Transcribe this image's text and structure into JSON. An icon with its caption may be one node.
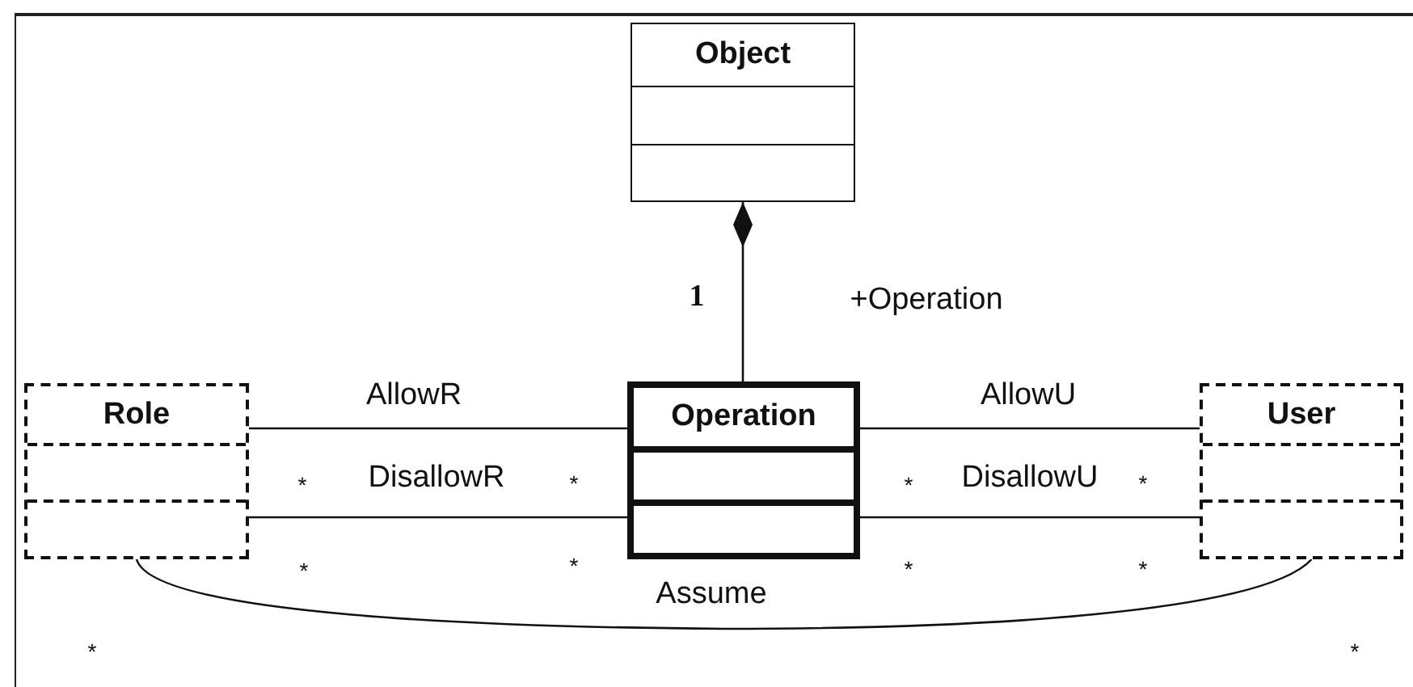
{
  "diagram": {
    "nodes": [
      {
        "text": [
          "Object"
        ]
      },
      {
        "text": [
          "Role"
        ]
      },
      {
        "text": [
          "Operation"
        ]
      },
      {
        "text": [
          "User"
        ]
      }
    ],
    "edges": [
      {
        "from": 0,
        "to": 2,
        "arrow": "other",
        "label": "+Operation"
      },
      {
        "from": 1,
        "to": 2,
        "arrow": "none",
        "label": "AllowR"
      },
      {
        "from": 1,
        "to": 2,
        "arrow": "none",
        "label": "DisallowR"
      },
      {
        "from": 2,
        "to": 3,
        "arrow": "none",
        "label": "AllowU"
      },
      {
        "from": 2,
        "to": 3,
        "arrow": "none",
        "label": "DisallowU"
      },
      {
        "from": 1,
        "to": 3,
        "arrow": "none",
        "label": "Assume"
      }
    ],
    "labels": [
      "1",
      "*",
      "*",
      "*",
      "*",
      "*",
      "*",
      "*",
      "*",
      "*",
      "*"
    ]
  }
}
